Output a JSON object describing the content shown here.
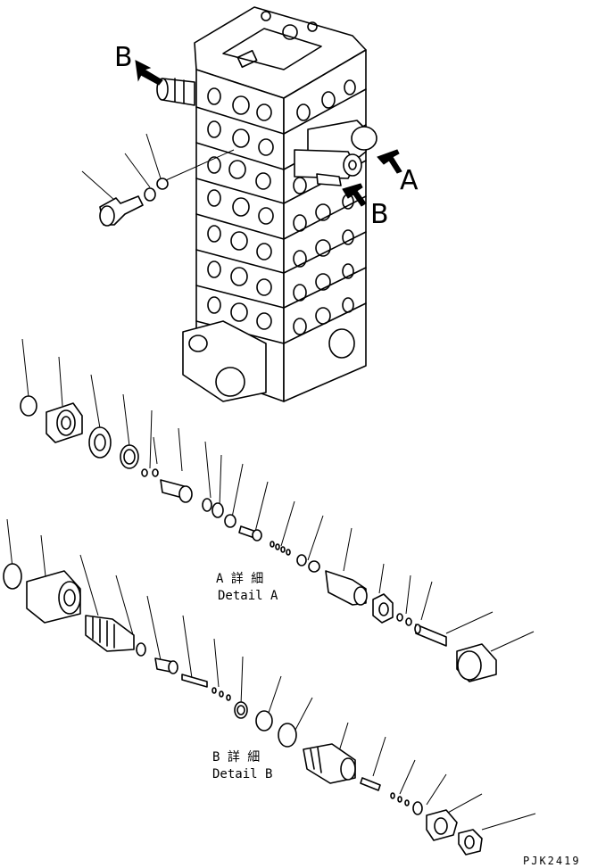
{
  "view_labels": {
    "a": "A",
    "b_top": "B",
    "b_right": "B"
  },
  "detail_a": {
    "jp": "A 詳 細",
    "en": "Detail A"
  },
  "detail_b": {
    "jp": "B 詳 細",
    "en": "Detail B"
  },
  "drawing_code": "PJK2419"
}
